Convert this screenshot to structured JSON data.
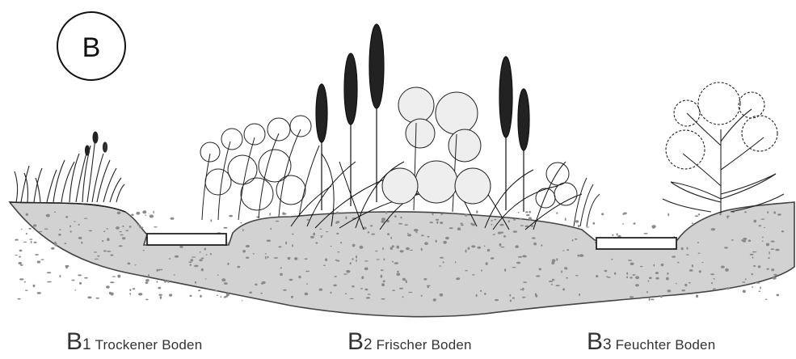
{
  "badge": "B",
  "zones": [
    {
      "letter": "B",
      "number": "1",
      "label": "Trockener Boden"
    },
    {
      "letter": "B",
      "number": "2",
      "label": "Frischer Boden"
    },
    {
      "letter": "B",
      "number": "3",
      "label": "Feuchter Boden"
    }
  ]
}
